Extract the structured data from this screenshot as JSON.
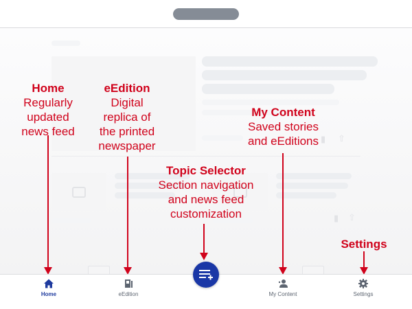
{
  "annotations": {
    "home": {
      "title": "Home",
      "lines": [
        "Regularly",
        "updated",
        "news feed"
      ]
    },
    "eedition": {
      "title": "eEdition",
      "lines": [
        "Digital",
        "replica of",
        "the printed",
        "newspaper"
      ]
    },
    "topic_selector": {
      "title": "Topic Selector",
      "lines": [
        "Section navigation",
        "and news feed",
        "customization"
      ]
    },
    "my_content": {
      "title": "My Content",
      "lines": [
        "Saved stories",
        "and eEditions"
      ]
    },
    "settings": {
      "title": "Settings"
    }
  },
  "bottom_nav": {
    "items": [
      {
        "label": "Home",
        "icon": "home-icon",
        "active": true
      },
      {
        "label": "eEdition",
        "icon": "newspaper-icon",
        "active": false
      },
      {
        "label": "My Content",
        "icon": "user-saved-icon",
        "active": false
      },
      {
        "label": "Settings",
        "icon": "gear-icon",
        "active": false
      }
    ],
    "fab": {
      "icon": "playlist-add-icon"
    }
  },
  "colors": {
    "annotation": "#d0021b",
    "active_nav": "#1e3a9e",
    "inactive_nav": "#5c6470",
    "fab": "#1a37a6",
    "handle": "#858c96"
  }
}
